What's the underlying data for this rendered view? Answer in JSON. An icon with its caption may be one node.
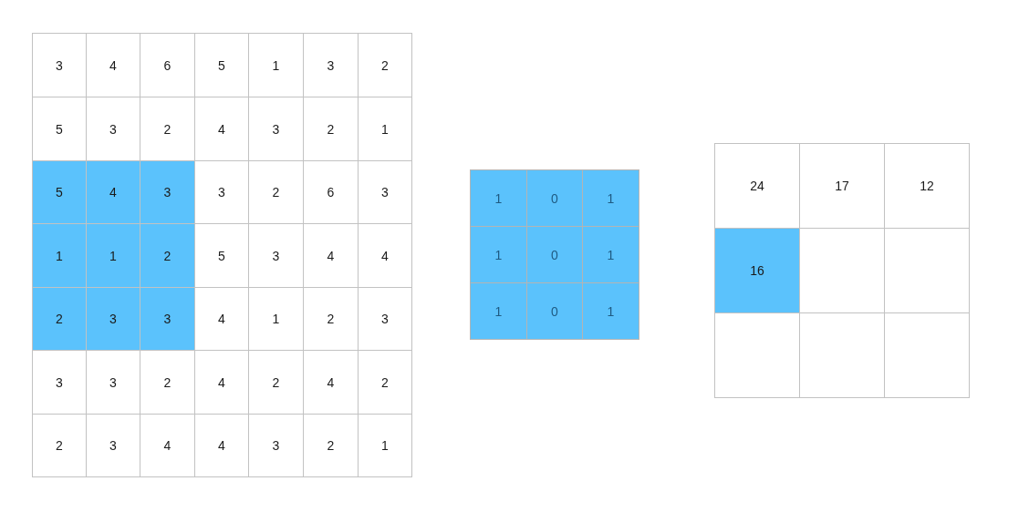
{
  "diagram": {
    "labels": [
      "3",
      "4",
      "6",
      "5",
      "1",
      "3",
      "2",
      "5",
      "3",
      "2",
      "4",
      "3",
      "2",
      "1",
      "5",
      "4",
      "3",
      "3",
      "2",
      "6",
      "3",
      "1",
      "1",
      "2",
      "5",
      "3",
      "4",
      "4",
      "2",
      "3",
      "3",
      "4",
      "1",
      "2",
      "3",
      "3",
      "3",
      "2",
      "4",
      "2",
      "4",
      "2",
      "2",
      "3",
      "4",
      "4",
      "3",
      "2",
      "1",
      "1",
      "0",
      "1",
      "1",
      "0",
      "1",
      "1",
      "0",
      "1",
      "24",
      "17",
      "12",
      "16"
    ]
  }
}
